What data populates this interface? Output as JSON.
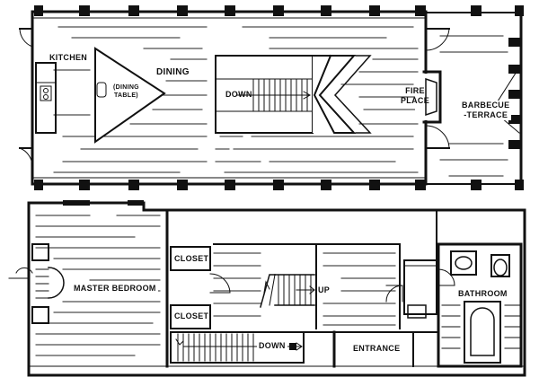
{
  "upper_floor": {
    "kitchen": "KITCHEN",
    "dining": "DINING",
    "dining_table": [
      "(DINING",
      "TABLE)"
    ],
    "stair": "DOWN",
    "fireplace": [
      "FIRE",
      "PLACE"
    ],
    "terrace": [
      "BARBECUE",
      "-TERRACE"
    ]
  },
  "lower_floor": {
    "master_bedroom": "MASTER BEDROOM",
    "closet_top": "CLOSET",
    "closet_bottom": "CLOSET",
    "stair_up": "UP",
    "stair_down": "DOWN",
    "entrance": "ENTRANCE",
    "bathroom": "BATHROOM"
  }
}
